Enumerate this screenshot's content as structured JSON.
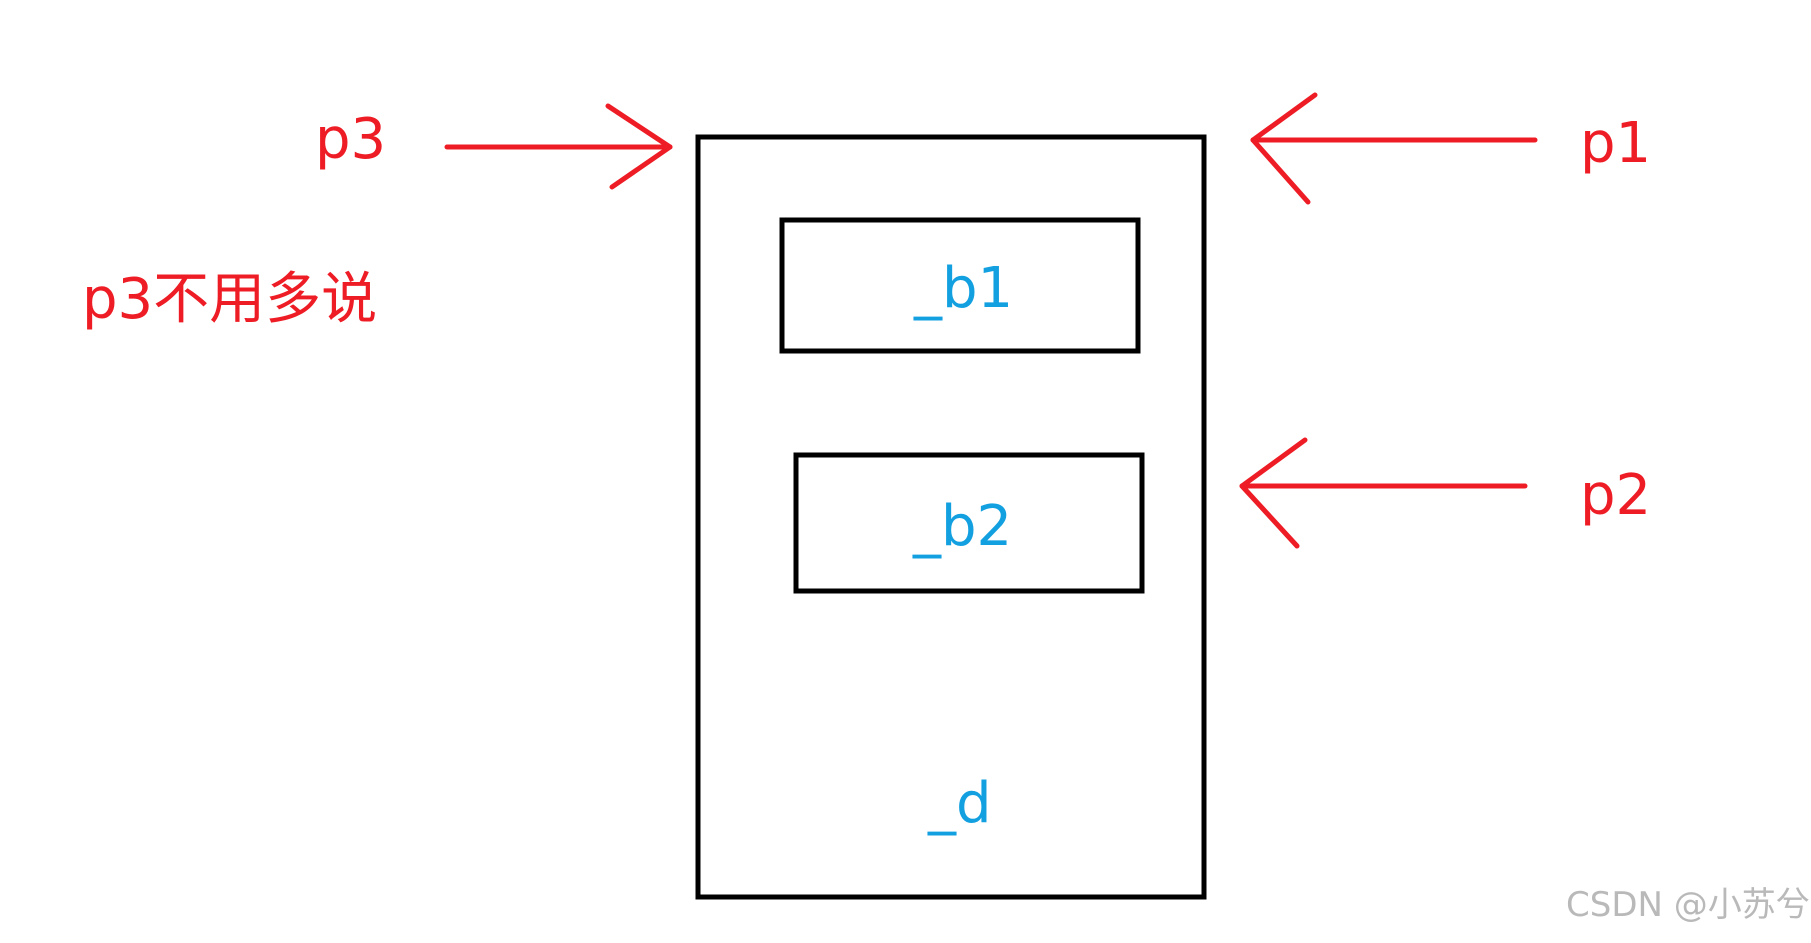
{
  "labels": {
    "p1": "p1",
    "p2": "p2",
    "p3": "p3",
    "note": "p3不用多说"
  },
  "boxes": {
    "b1": "_b1",
    "b2": "_b2",
    "d": "_d"
  },
  "watermark": "CSDN @小苏兮",
  "colors": {
    "arrow": "#ee1c25",
    "label": "#ee1c25",
    "member": "#13a0e0",
    "outline": "#000000",
    "watermark": "#b9b9b9"
  },
  "icons": {
    "p1": "left-arrow-icon",
    "p2": "left-arrow-icon",
    "p3": "right-arrow-icon"
  }
}
